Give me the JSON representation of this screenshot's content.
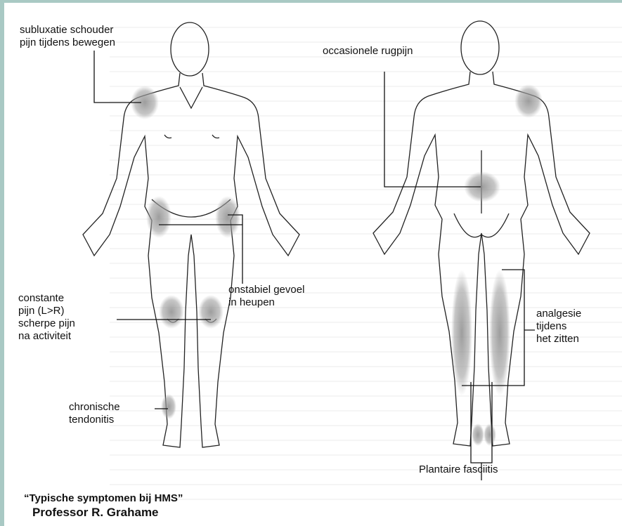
{
  "labels": {
    "shoulder": "subluxatie schouder\npijn tijdens bewegen",
    "back": "occasionele rugpijn",
    "hips": "onstabiel gevoel\nin heupen",
    "knees": "constante\npijn (L>R)\nscherpe pijn\nna activiteit",
    "tendon": "chronische\ntendonitis",
    "sitting": "analgesie\ntijdens\nhet zitten",
    "plantar": "Plantaire fasciitis"
  },
  "credit": {
    "title": "“Typische symptomen bij HMS”",
    "author": "Professor R. Grahame"
  },
  "colors": {
    "background": "#a9c9c4",
    "line": "#111111",
    "shading": "#9a9a9a"
  }
}
